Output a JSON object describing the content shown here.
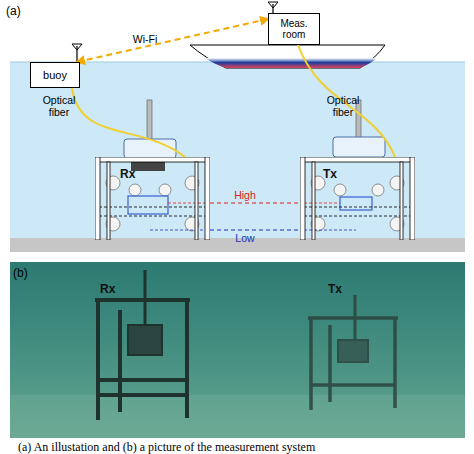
{
  "diagram": {
    "caption": "(a) An illustation and (b) a picture of the measurement system",
    "nodes": [
      {
        "text": [
          "buoy"
        ]
      },
      {
        "text": [
          "Meas. room"
        ]
      },
      {
        "text": [
          "Rx"
        ]
      },
      {
        "text": [
          "Tx"
        ]
      }
    ],
    "edges": [
      {
        "from": 0,
        "to": 1,
        "label": "Wi-Fi",
        "arrow": "both"
      },
      {
        "from": 0,
        "to": 2,
        "label": "Optical fiber",
        "arrow": "none"
      },
      {
        "from": 1,
        "to": 3,
        "label": "Optical fiber",
        "arrow": "none"
      },
      {
        "from": 2,
        "to": 3,
        "label": "High",
        "arrow": "none"
      },
      {
        "from": 2,
        "to": 3,
        "label": "Low",
        "arrow": "none"
      }
    ],
    "labels": [
      "(a)",
      "(b)",
      "Rx",
      "Tx"
    ]
  }
}
